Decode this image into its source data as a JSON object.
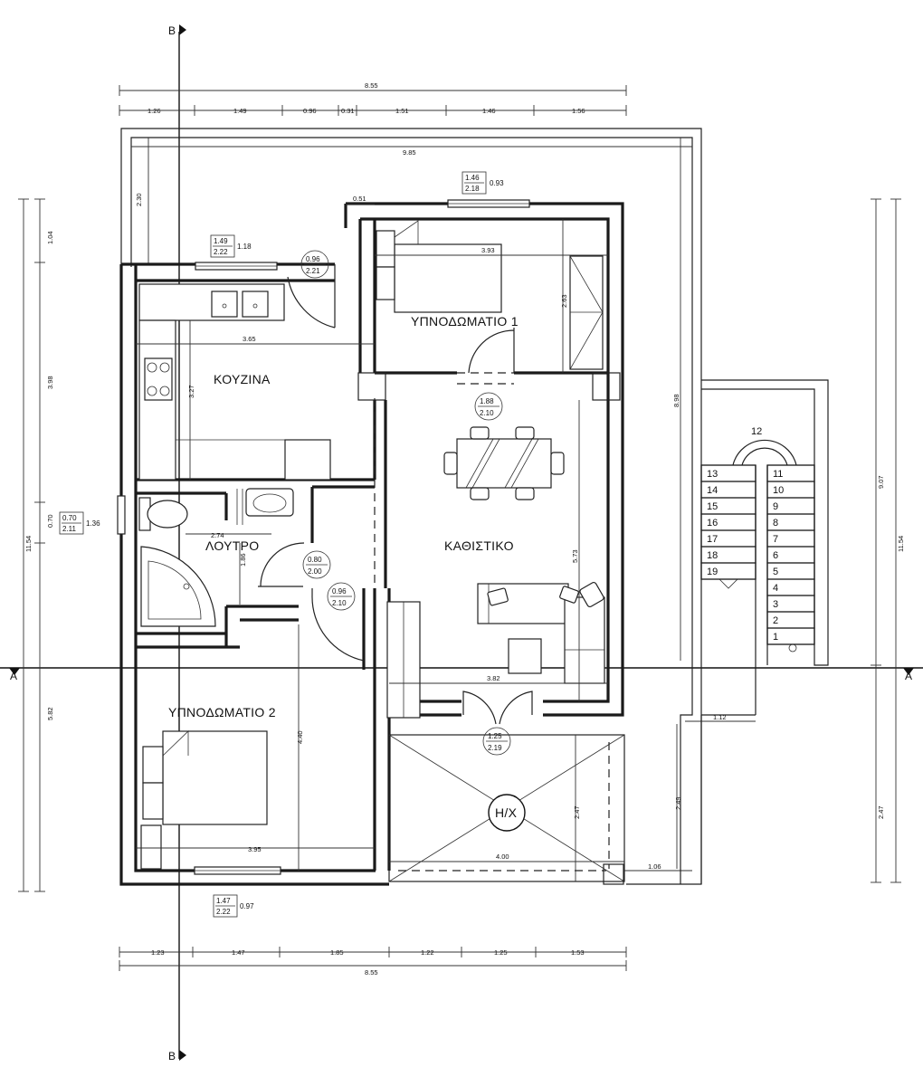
{
  "axes": {
    "b_label": "B",
    "a_label": "A"
  },
  "rooms": {
    "bedroom1": "ΥΠΝΟΔΩΜΑΤΙΟ 1",
    "kitchen": "ΚΟΥΖΙΝΑ",
    "living": "ΚΑΘΙΣΤΙΚΟ",
    "bath": "ΛΟΥΤΡΟ",
    "bedroom2": "ΥΠΝΟΔΩΜΑΤΙΟ 2",
    "hx": "Η/Χ"
  },
  "dims_top": {
    "total": "8.55",
    "segments": [
      "1.26",
      "1.49",
      "0.96",
      "0.31",
      "1.51",
      "1.46",
      "1.56"
    ],
    "outer": "9.85"
  },
  "dims_bottom": {
    "total": "8.55",
    "segments": [
      "1.23",
      "1.47",
      "1.85",
      "1.22",
      "1.25",
      "1.53"
    ]
  },
  "dims_left": {
    "outer": "11.54",
    "segments": [
      "1.04",
      "3.98",
      "0.70",
      "5.82"
    ]
  },
  "dims_right": {
    "outer": "11.54",
    "upper": "9.07",
    "lower": "2.47"
  },
  "dims_inner": {
    "d230": "2.30",
    "d051": "0.51",
    "d393": "3.93",
    "d263": "2.63",
    "d365": "3.65",
    "d327": "3.27",
    "d898": "8.98",
    "d274": "2.74",
    "d186": "1.86",
    "d573": "5.73",
    "d382": "3.82",
    "d440": "4.40",
    "d395": "3.95",
    "d400": "4.00",
    "d247": "2.47",
    "d249": "2.49",
    "d112": "1.12",
    "d106": "1.06"
  },
  "windows": [
    {
      "num": "1.46",
      "den": "2.18",
      "sill": "0.93"
    },
    {
      "num": "1.49",
      "den": "2.22",
      "sill": "1.18"
    },
    {
      "num": "0.70",
      "den": "2.11",
      "sill": "1.36"
    },
    {
      "num": "1.47",
      "den": "2.22",
      "sill": "0.97"
    }
  ],
  "doors": [
    {
      "num": "0.96",
      "den": "2.21"
    },
    {
      "num": "1.88",
      "den": "2.10"
    },
    {
      "num": "0.80",
      "den": "2.00"
    },
    {
      "num": "0.96",
      "den": "2.10"
    },
    {
      "num": "1.25",
      "den": "2.19"
    }
  ],
  "stairs": {
    "top": "12",
    "left": [
      "13",
      "14",
      "15",
      "16",
      "17",
      "18",
      "19"
    ],
    "right": [
      "11",
      "10",
      "9",
      "8",
      "7",
      "6",
      "5",
      "4",
      "3",
      "2",
      "1"
    ]
  }
}
